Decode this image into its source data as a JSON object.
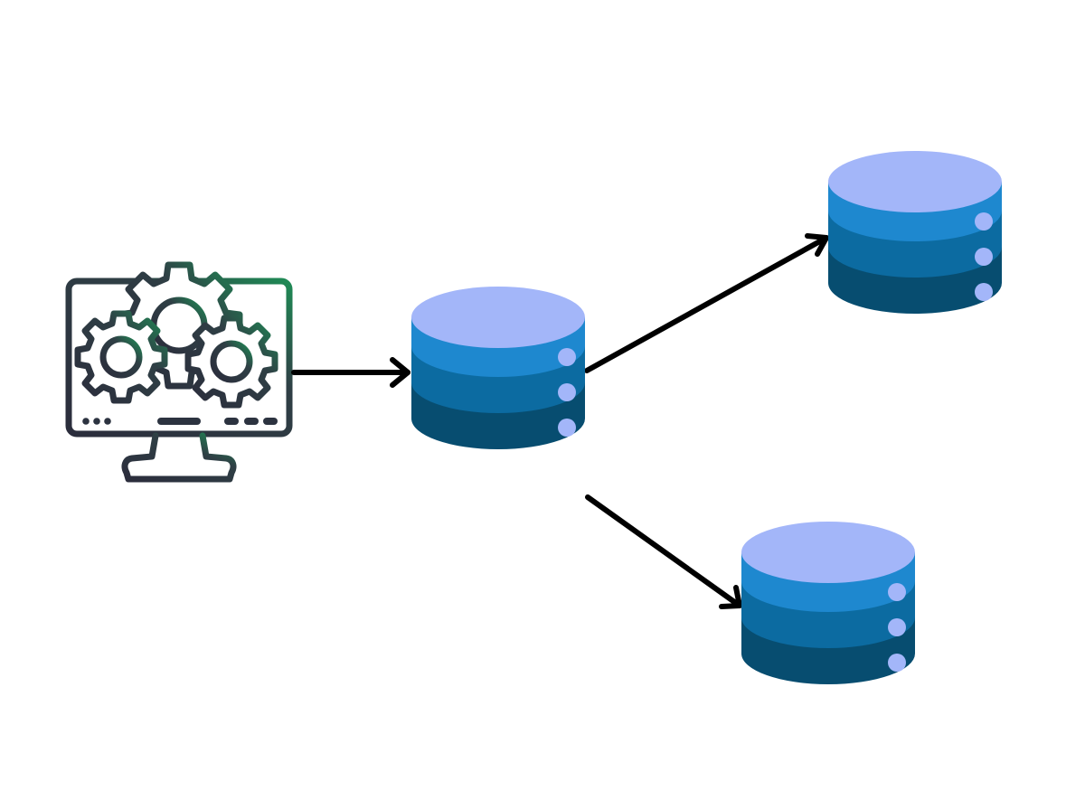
{
  "diagram": {
    "nodes": [
      {
        "id": "workstation",
        "icon": "monitor-gears-icon",
        "kind": "computer"
      },
      {
        "id": "primary-database",
        "icon": "database-icon",
        "kind": "database"
      },
      {
        "id": "replica-database-top",
        "icon": "database-icon",
        "kind": "database"
      },
      {
        "id": "replica-database-bottom",
        "icon": "database-icon",
        "kind": "database"
      }
    ],
    "edges": [
      {
        "from": "workstation",
        "to": "primary-database"
      },
      {
        "from": "primary-database",
        "to": "replica-database-top"
      },
      {
        "from": "primary-database",
        "to": "replica-database-bottom"
      }
    ],
    "colors": {
      "background": "#ffffff",
      "arrow": "#000000",
      "db_top": "#a3b6f9",
      "db_band_1": "#1e88cf",
      "db_band_2": "#0c6ba1",
      "db_band_3": "#074d70",
      "db_indicator": "#a3b6f9",
      "monitor_gradient_start": "#2b2d3c",
      "monitor_gradient_end": "#1f8a55"
    }
  }
}
